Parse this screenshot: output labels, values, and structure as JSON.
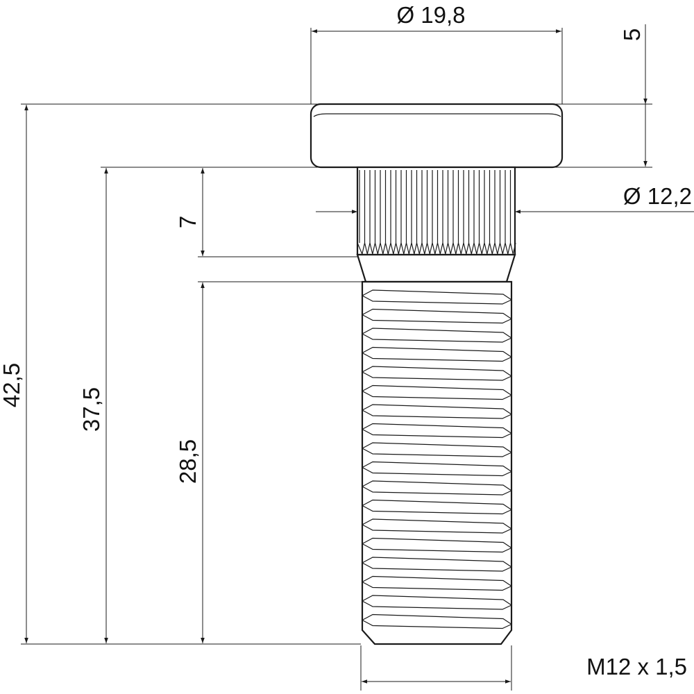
{
  "drawing": {
    "subject": "Wheel bolt technical drawing",
    "dimensions": {
      "head_diameter": "Ø 19,8",
      "head_height": "5",
      "knurl_diameter": "Ø 12,2",
      "knurl_length": "7",
      "total_length": "42,5",
      "shank_length": "37,5",
      "thread_length": "28,5",
      "thread_spec": "M12 x 1,5"
    },
    "colors": {
      "line": "#1a1a1a",
      "background": "#ffffff"
    }
  }
}
